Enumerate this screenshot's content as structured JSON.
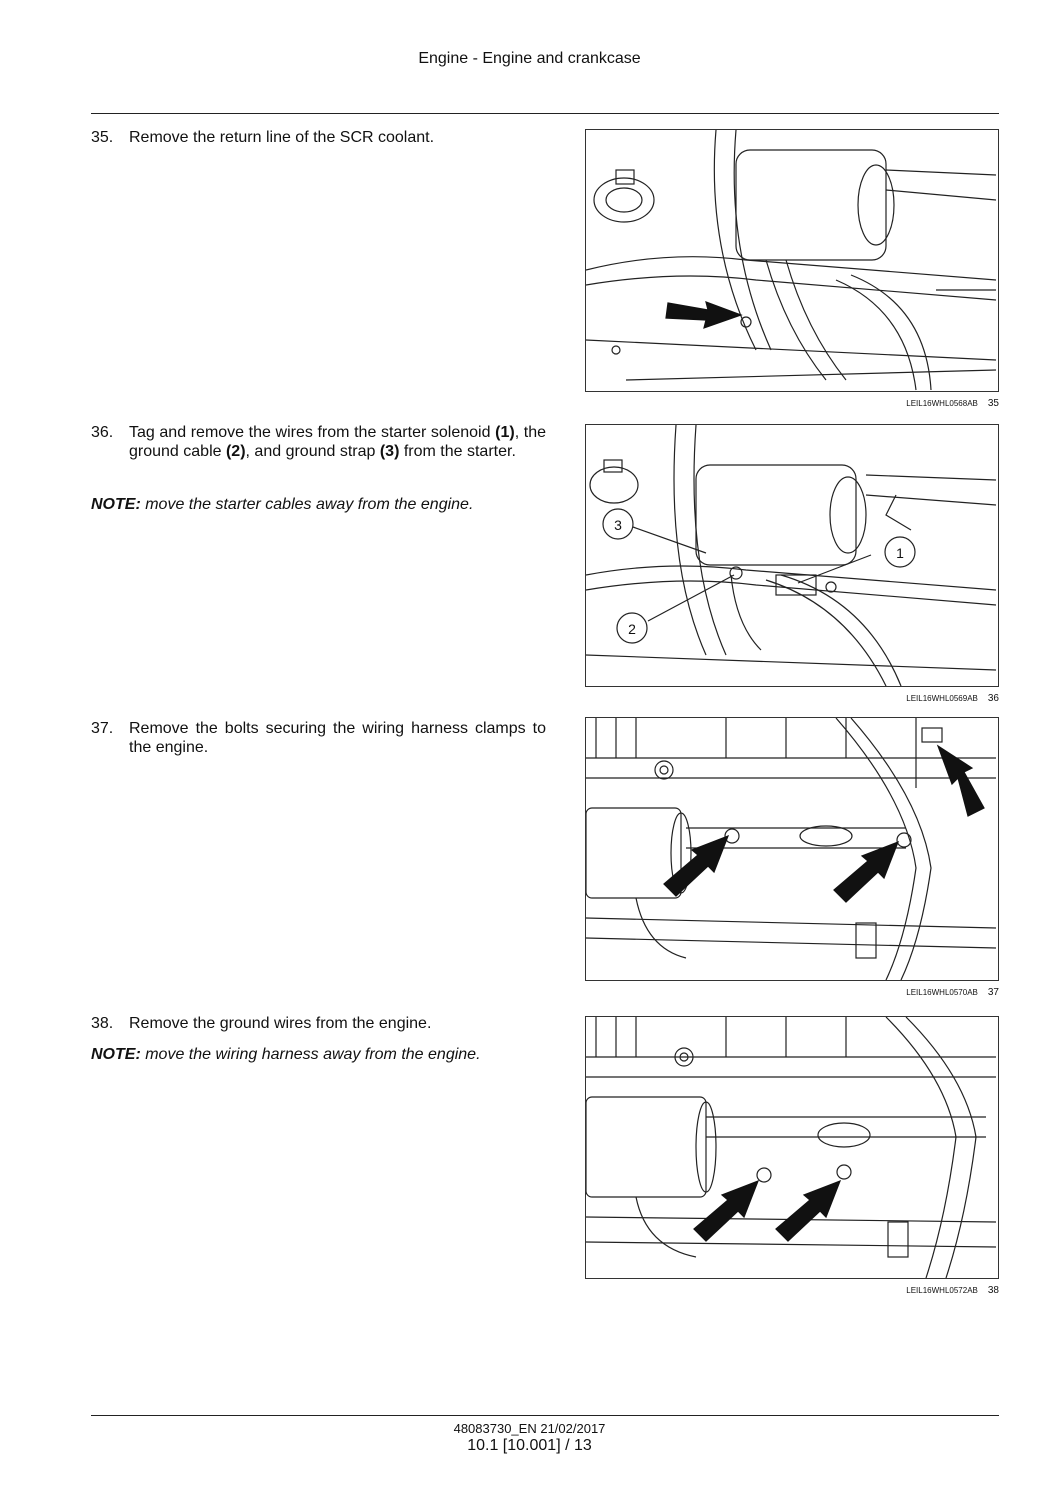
{
  "header": {
    "title": "Engine - Engine and crankcase"
  },
  "steps": [
    {
      "number": "35.",
      "text": "Remove the return line of the SCR coolant."
    },
    {
      "number": "36.",
      "text_parts": [
        "Tag and remove the wires from the starter solenoid ",
        "(1)",
        ", the ground cable ",
        "(2)",
        ", and ground strap ",
        "(3)",
        " from the starter."
      ]
    },
    {
      "number": "37.",
      "text": "Remove the bolts securing the wiring harness clamps to the engine."
    },
    {
      "number": "38.",
      "text": "Remove the ground wires from the engine."
    }
  ],
  "notes": [
    {
      "label": "NOTE:",
      "text": " move the starter cables away from the engine."
    },
    {
      "label": "NOTE:",
      "text": " move the wiring harness away from the engine."
    }
  ],
  "figures": [
    {
      "code": "LEIL16WHL0568AB",
      "number": "35"
    },
    {
      "code": "LEIL16WHL0569AB",
      "number": "36",
      "callouts": [
        "1",
        "2",
        "3"
      ]
    },
    {
      "code": "LEIL16WHL0570AB",
      "number": "37"
    },
    {
      "code": "LEIL16WHL0572AB",
      "number": "38"
    }
  ],
  "footer": {
    "doc_code": "48083730_EN 21/02/2017",
    "page": "10.1 [10.001] / 13"
  }
}
